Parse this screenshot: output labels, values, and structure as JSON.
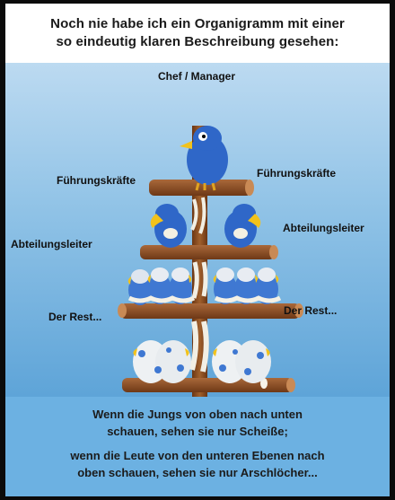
{
  "header": {
    "line1": "Noch nie habe ich ein Organigramm mit einer",
    "line2": "so eindeutig klaren Beschreibung gesehen:"
  },
  "labels": {
    "chef": "Chef / Manager",
    "fuehrung_left": "Führungskräfte",
    "fuehrung_right": "Führungskräfte",
    "abteilung_left": "Abteilungsleiter",
    "abteilung_right": "Abteilungsleiter",
    "rest_left": "Der Rest...",
    "rest_right": "Der Rest..."
  },
  "footer": {
    "line1": "Wenn die Jungs von oben nach unten",
    "line2": "schauen, sehen sie nur Scheiße;",
    "line3": "wenn die Leute von den unteren Ebenen nach",
    "line4": "oben schauen, sehen sie nur Arschlöcher..."
  },
  "colors": {
    "bird_blue": "#2f67c8",
    "wood": "#8a4a1f",
    "sky_top": "#bcdaf1",
    "footer_bg": "#6cb1e2"
  }
}
